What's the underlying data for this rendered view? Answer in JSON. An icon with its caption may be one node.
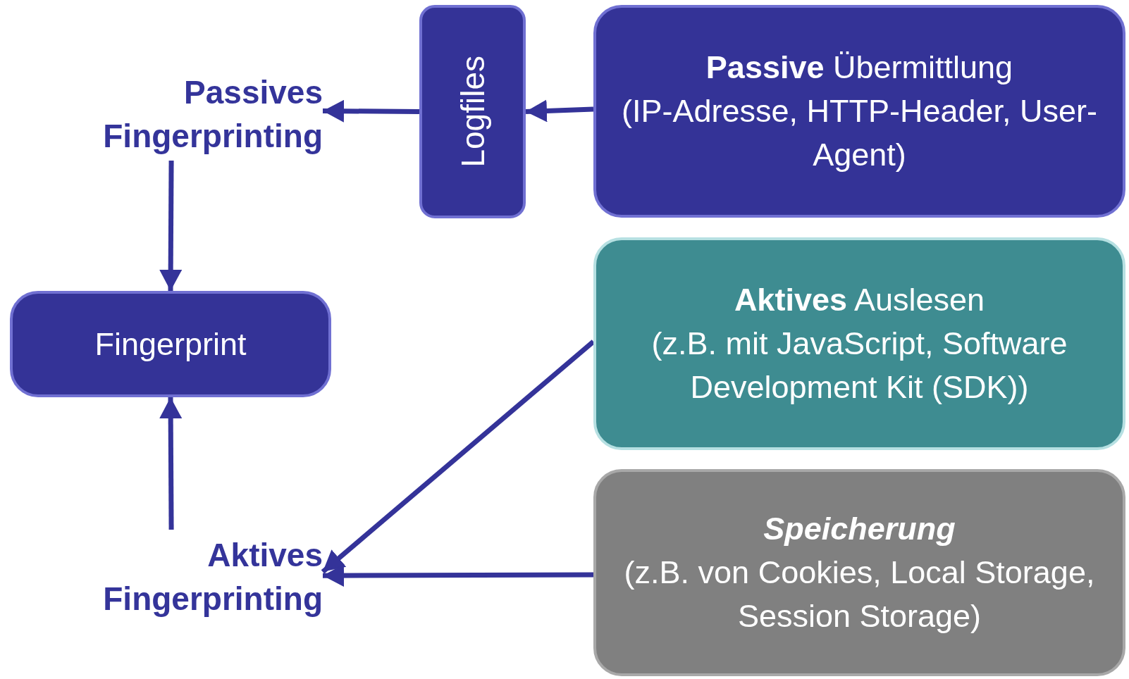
{
  "diagram": {
    "nodes": [
      {
        "text": [
          "Passives Fingerprinting"
        ]
      },
      {
        "text": [
          "Logfiles"
        ]
      },
      {
        "text": [
          "**Passive** Übermittlung",
          "(IP-Adresse, HTTP-Header, User-Agent)"
        ]
      },
      {
        "text": [
          "Fingerprint"
        ]
      },
      {
        "text": [
          "**Aktives** Auslesen",
          "(z.B. mit JavaScript, Software Development Kit (SDK))"
        ]
      },
      {
        "text": [
          "Aktives Fingerprinting"
        ]
      },
      {
        "text": [
          "Speicherung",
          "(z.B. von Cookies, Local Storage, Session Storage)"
        ]
      }
    ],
    "edges": [
      {
        "from": 1,
        "to": 0,
        "arrow": "to"
      },
      {
        "from": 2,
        "to": 1,
        "arrow": "to"
      },
      {
        "from": 0,
        "to": 3,
        "arrow": "to"
      },
      {
        "from": 5,
        "to": 3,
        "arrow": "to"
      },
      {
        "from": 4,
        "to": 5,
        "arrow": "to"
      },
      {
        "from": 6,
        "to": 5,
        "arrow": "to"
      }
    ]
  }
}
